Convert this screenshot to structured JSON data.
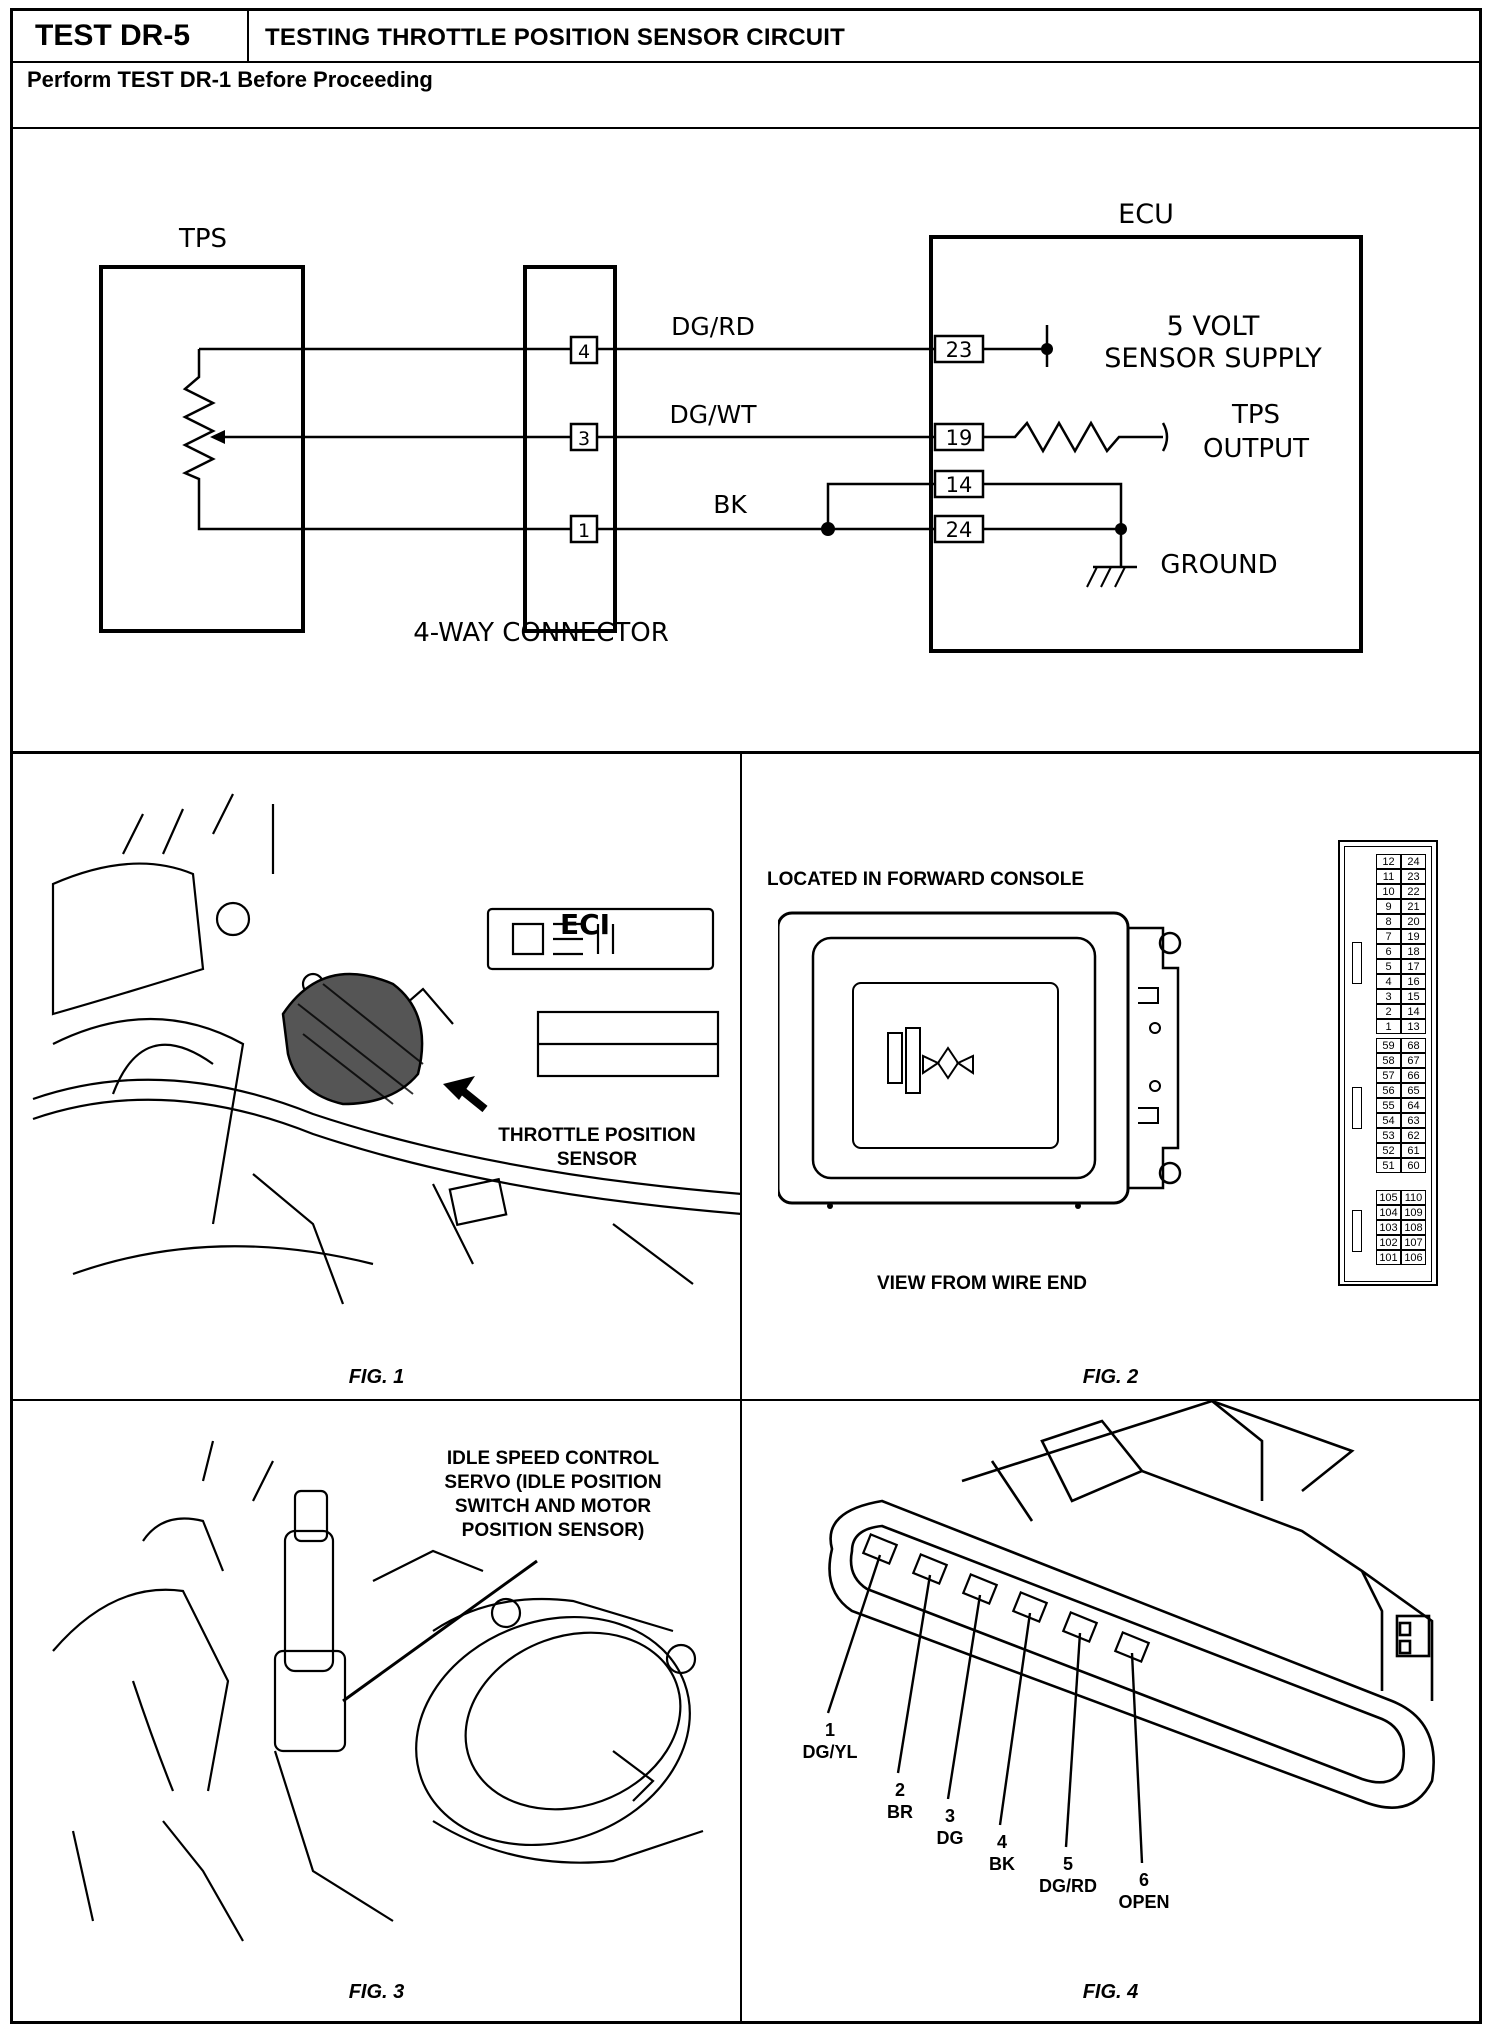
{
  "header": {
    "test_id": "TEST DR-5",
    "title": "TESTING THROTTLE POSITION SENSOR CIRCUIT",
    "prerequisite": "Perform TEST DR-1 Before Proceeding"
  },
  "schematic": {
    "tps_label": "TPS",
    "connector_label": "4-WAY CONNECTOR",
    "ecu_label": "ECU",
    "connector_pins": [
      "4",
      "3",
      "1"
    ],
    "wires": [
      "DG/RD",
      "DG/WT",
      "BK"
    ],
    "ecu_pins": [
      "23",
      "19",
      "14",
      "24"
    ],
    "supply_line1": "5 VOLT",
    "supply_line2": "SENSOR SUPPLY",
    "output_line1": "TPS",
    "output_line2": "OUTPUT",
    "ground_label": "GROUND"
  },
  "fig1": {
    "caption": "FIG. 1",
    "callout_line1": "THROTTLE POSITION",
    "callout_line2": "SENSOR",
    "badge": "ECI"
  },
  "fig2": {
    "caption": "FIG. 2",
    "location": "LOCATED IN FORWARD CONSOLE",
    "view": "VIEW FROM WIRE END",
    "block1": [
      [
        "12",
        "24"
      ],
      [
        "11",
        "23"
      ],
      [
        "10",
        "22"
      ],
      [
        "9",
        "21"
      ],
      [
        "8",
        "20"
      ],
      [
        "7",
        "19"
      ],
      [
        "6",
        "18"
      ],
      [
        "5",
        "17"
      ],
      [
        "4",
        "16"
      ],
      [
        "3",
        "15"
      ],
      [
        "2",
        "14"
      ],
      [
        "1",
        "13"
      ]
    ],
    "block2": [
      [
        "59",
        "68"
      ],
      [
        "58",
        "67"
      ],
      [
        "57",
        "66"
      ],
      [
        "56",
        "65"
      ],
      [
        "55",
        "64"
      ],
      [
        "54",
        "63"
      ],
      [
        "53",
        "62"
      ],
      [
        "52",
        "61"
      ],
      [
        "51",
        "60"
      ]
    ],
    "block3": [
      [
        "105",
        "110"
      ],
      [
        "104",
        "109"
      ],
      [
        "103",
        "108"
      ],
      [
        "102",
        "107"
      ],
      [
        "101",
        "106"
      ]
    ]
  },
  "fig3": {
    "caption": "FIG. 3",
    "callout_line1": "IDLE SPEED CONTROL",
    "callout_line2": "SERVO (IDLE POSITION",
    "callout_line3": "SWITCH AND MOTOR",
    "callout_line4": "POSITION SENSOR)"
  },
  "fig4": {
    "caption": "FIG. 4",
    "pins": [
      {
        "num": "1",
        "color": "DG/YL"
      },
      {
        "num": "2",
        "color": "BR"
      },
      {
        "num": "3",
        "color": "DG"
      },
      {
        "num": "4",
        "color": "BK"
      },
      {
        "num": "5",
        "color": "DG/RD"
      },
      {
        "num": "6",
        "color": "OPEN"
      }
    ]
  }
}
